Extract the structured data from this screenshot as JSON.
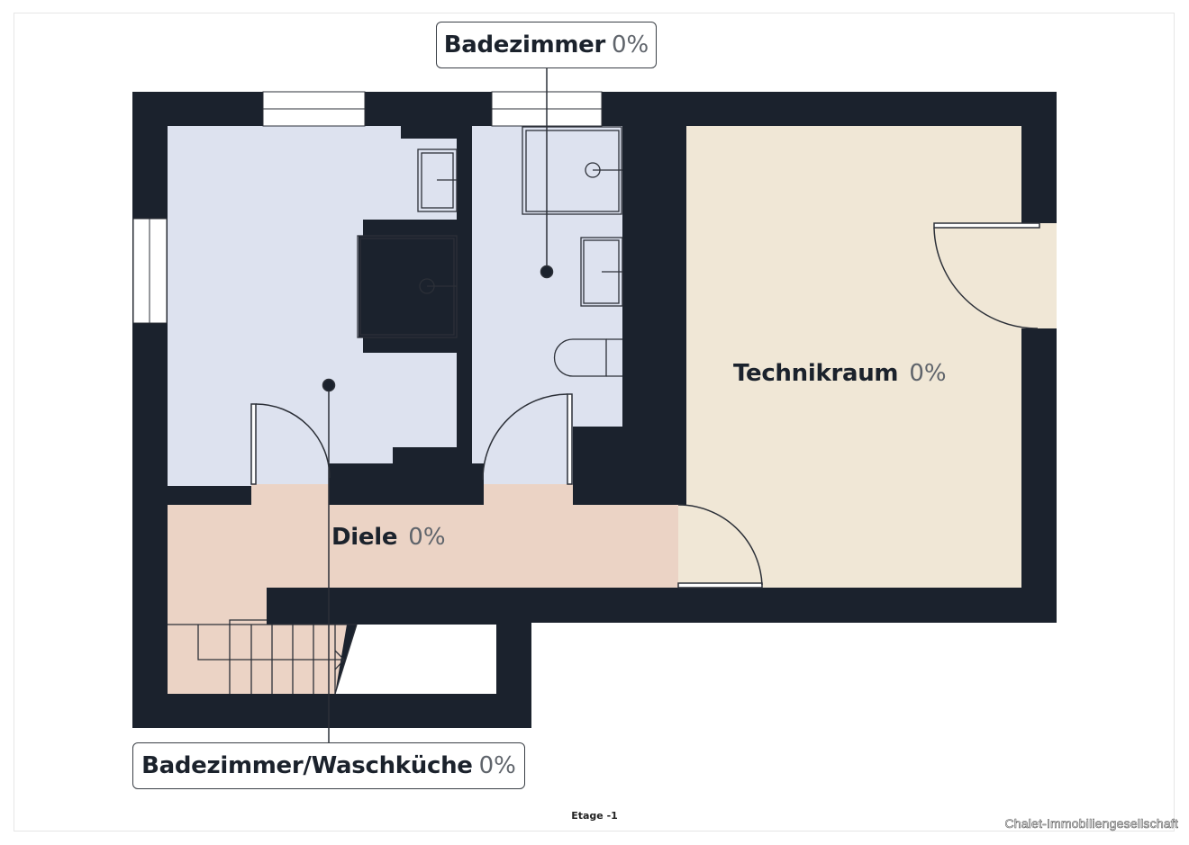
{
  "plan": {
    "floor_label": "Etage -1",
    "watermark": "Chalet-Immobiliengesellschaft",
    "colors": {
      "wall": "#1b222d",
      "bathroom": "#dde2ef",
      "hall": "#ebd3c5",
      "technical": "#f0e7d6",
      "window": "#ffffff",
      "line": "#2c3038"
    },
    "rooms": [
      {
        "id": "badezimmer-top",
        "name": "Badezimmer",
        "percent": "0%"
      },
      {
        "id": "technikraum",
        "name": "Technikraum",
        "percent": "0%"
      },
      {
        "id": "diele",
        "name": "Diele",
        "percent": "0%"
      },
      {
        "id": "badezimmer-waschkueche",
        "name": "Badezimmer/Waschküche",
        "percent": "0%"
      }
    ]
  }
}
